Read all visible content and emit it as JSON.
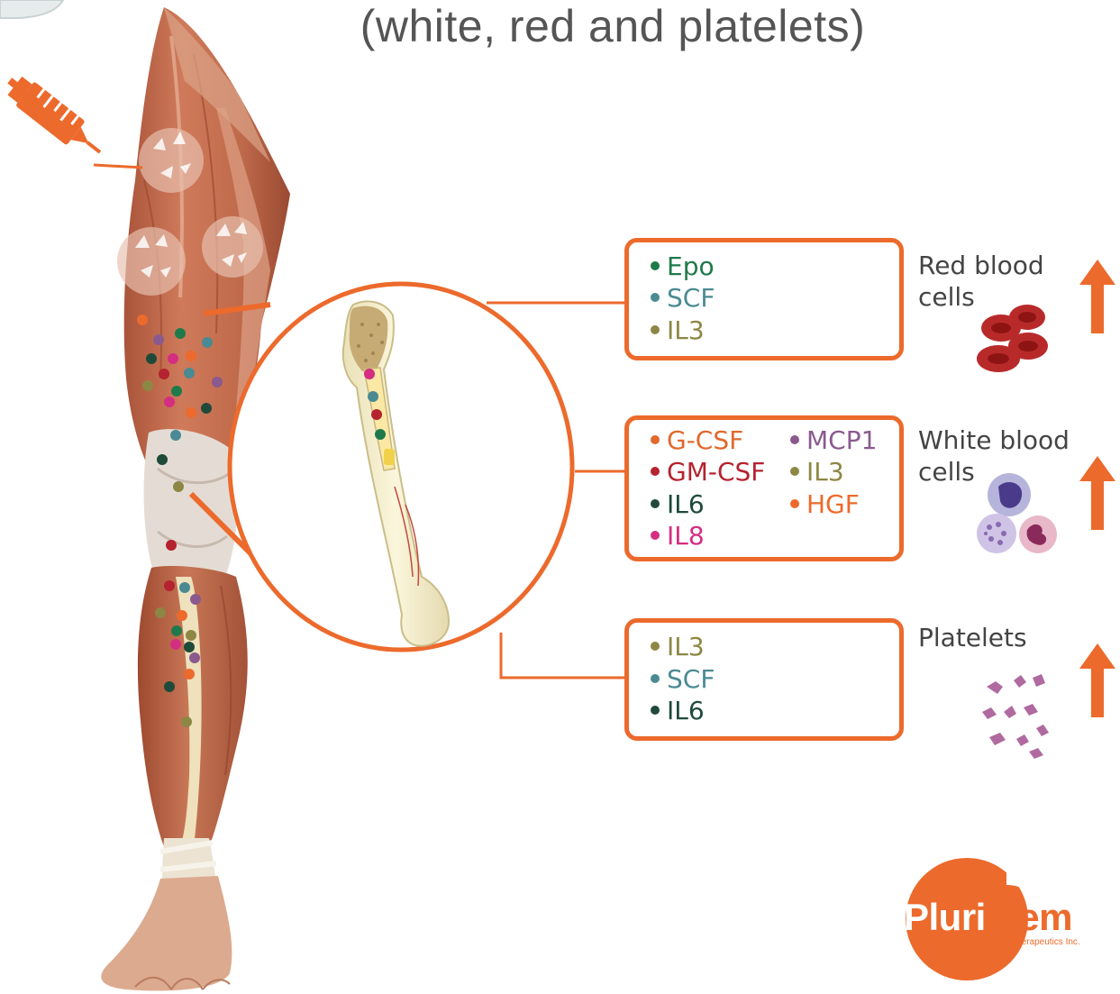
{
  "title": "(white, red and platelets)",
  "colors": {
    "accent": "#ec6a2c",
    "epo": "#1e7a4a",
    "scf": "#4a8a93",
    "il3": "#8d8745",
    "gcsf": "#e0692c",
    "gmcsf": "#b4232f",
    "il6": "#1f4a3a",
    "il8": "#d42e82",
    "mcp1": "#8a5a8e",
    "hgf": "#ec6a2c"
  },
  "red_box": {
    "factors": [
      {
        "name": "Epo",
        "color": "#1e7a4a"
      },
      {
        "name": "SCF",
        "color": "#4a8a93"
      },
      {
        "name": "IL3",
        "color": "#8d8745"
      }
    ],
    "label_line1": "Red blood",
    "label_line2": "cells"
  },
  "white_box": {
    "factors_left": [
      {
        "name": "G-CSF",
        "color": "#e0692c"
      },
      {
        "name": "GM-CSF",
        "color": "#b4232f"
      },
      {
        "name": "IL6",
        "color": "#1f4a3a"
      },
      {
        "name": "IL8",
        "color": "#d42e82"
      }
    ],
    "factors_right": [
      {
        "name": "MCP1",
        "color": "#8a5a8e"
      },
      {
        "name": "IL3",
        "color": "#8d8745"
      },
      {
        "name": "HGF",
        "color": "#ec6a2c"
      }
    ],
    "label_line1": "White blood",
    "label_line2": "cells"
  },
  "platelet_box": {
    "factors": [
      {
        "name": "IL3",
        "color": "#8d8745"
      },
      {
        "name": "SCF",
        "color": "#4a8a93"
      },
      {
        "name": "IL6",
        "color": "#1f4a3a"
      }
    ],
    "label_line1": "Platelets"
  },
  "logo": {
    "word_part1": "Pluri",
    "word_part2": "stem",
    "subtitle": "Therapeutics Inc."
  }
}
